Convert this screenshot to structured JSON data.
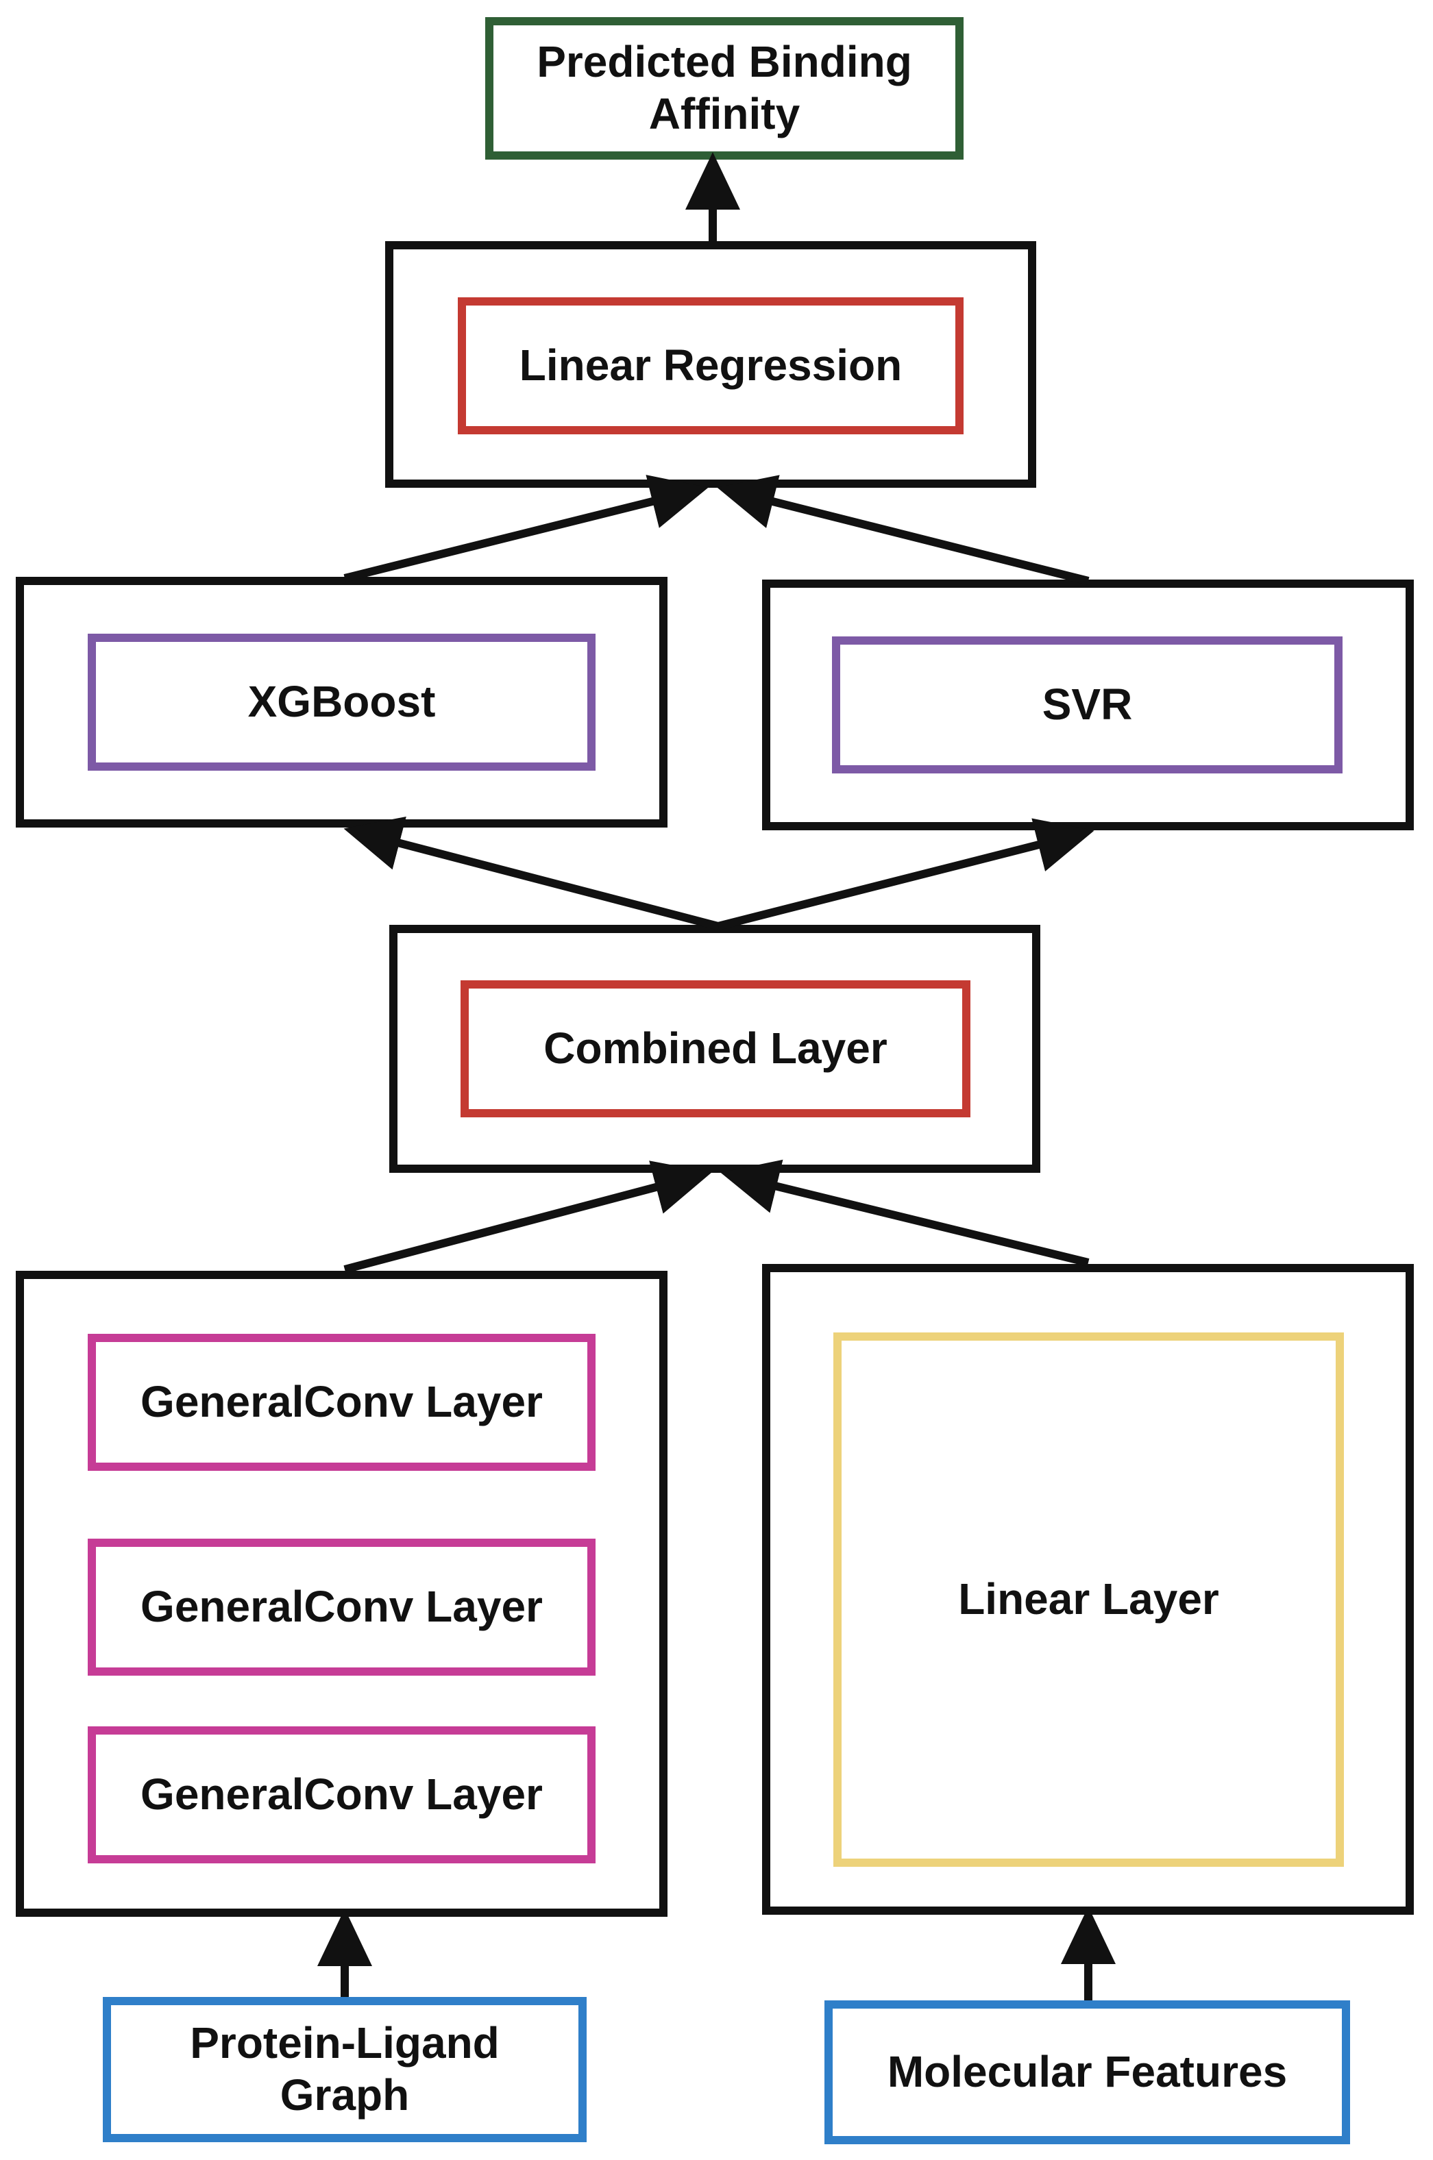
{
  "colors": {
    "frame": "#111111",
    "output": "#2f5f35",
    "ensemble_meta": "#c43a32",
    "base_models": "#7d5aa6",
    "conv": "#c63c96",
    "linear": "#edd27a",
    "input": "#2f7fc9"
  },
  "nodes": {
    "output": {
      "label": "Predicted Binding\nAffinity"
    },
    "meta": {
      "label": "Linear Regression"
    },
    "xgboost": {
      "label": "XGBoost"
    },
    "svr": {
      "label": "SVR"
    },
    "combined": {
      "label": "Combined Layer"
    },
    "conv_1": {
      "label": "GeneralConv Layer"
    },
    "conv_2": {
      "label": "GeneralConv Layer"
    },
    "conv_3": {
      "label": "GeneralConv Layer"
    },
    "linear_layer": {
      "label": "Linear Layer"
    },
    "graph_input": {
      "label": "Protein-Ligand\nGraph"
    },
    "features_input": {
      "label": "Molecular Features"
    }
  },
  "edges": [
    {
      "from": "graph_input",
      "to": "gnn_block"
    },
    {
      "from": "features_input",
      "to": "linear_block"
    },
    {
      "from": "gnn_block",
      "to": "combined"
    },
    {
      "from": "linear_block",
      "to": "combined"
    },
    {
      "from": "combined",
      "to": "xgboost"
    },
    {
      "from": "combined",
      "to": "svr"
    },
    {
      "from": "xgboost",
      "to": "meta"
    },
    {
      "from": "svr",
      "to": "meta"
    },
    {
      "from": "meta",
      "to": "output"
    }
  ]
}
